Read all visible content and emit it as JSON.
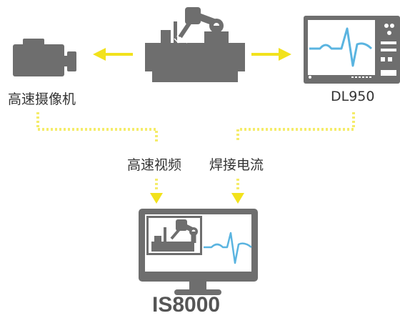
{
  "labels": {
    "camera": "高速摄像机",
    "recorder": "DL950",
    "video_flow": "高速视频",
    "current_flow": "焊接电流",
    "system": "IS8000"
  },
  "colors": {
    "device_gray": "#6e6e6e",
    "arrow_yellow": "#f2e21c",
    "dotted_yellow": "#f5ec6a",
    "waveform_blue": "#5ab4e0",
    "background": "#ffffff"
  }
}
